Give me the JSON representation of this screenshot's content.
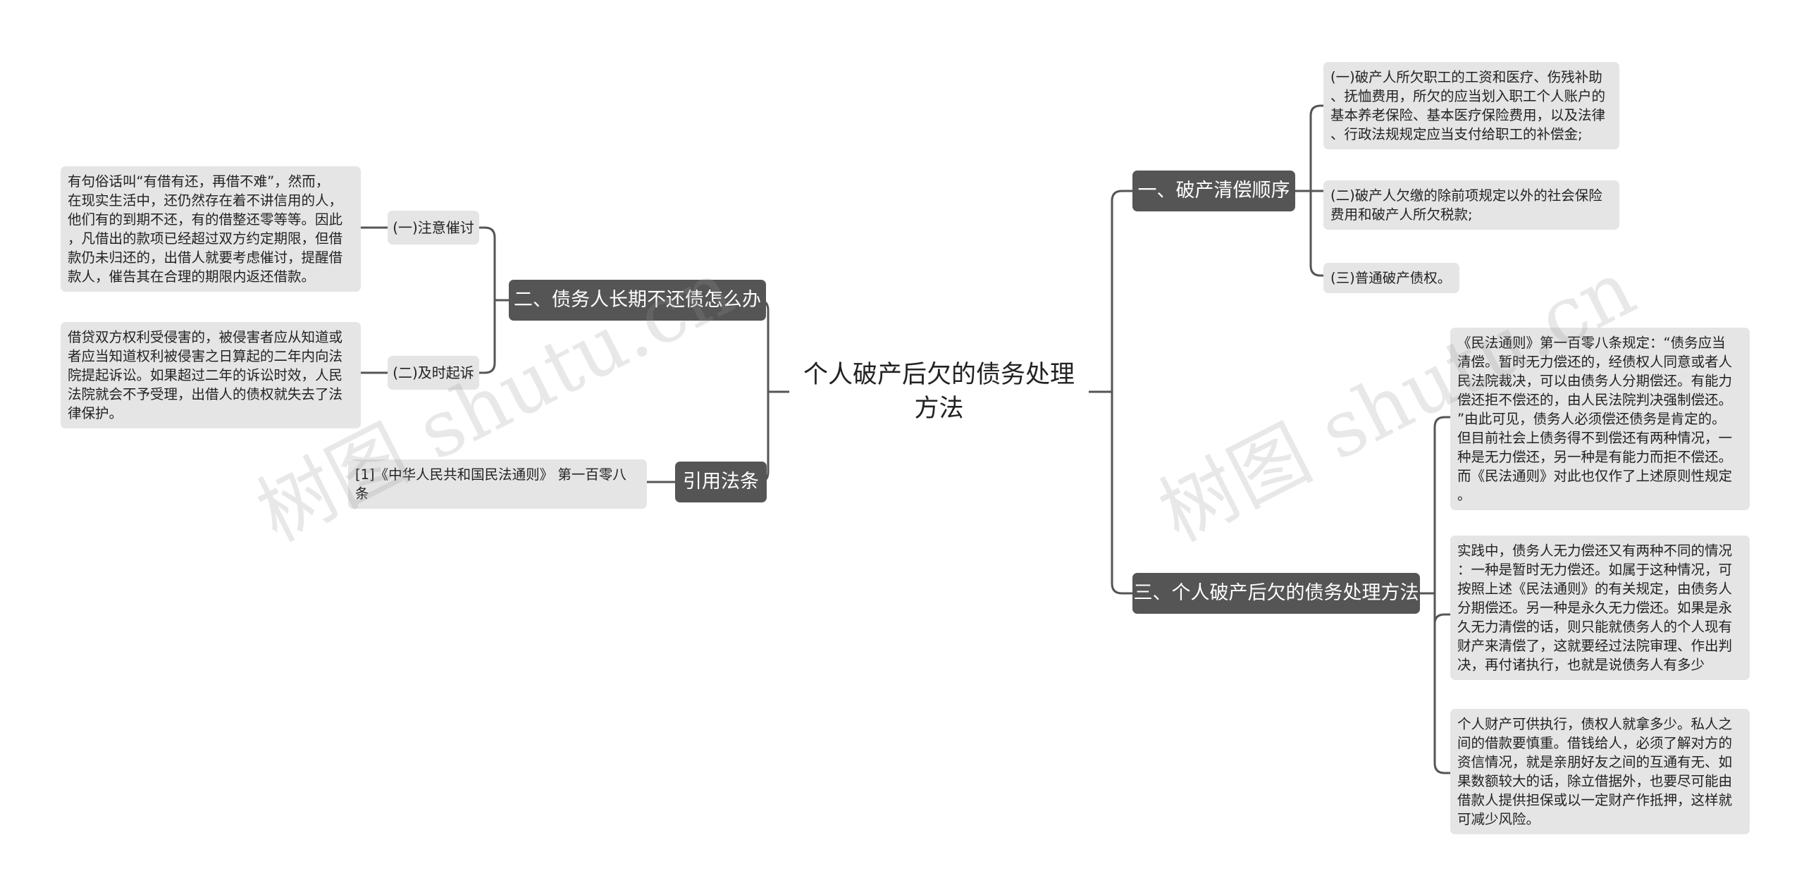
{
  "root": {
    "title": "个人破产后欠的债务处理方法"
  },
  "branches": {
    "debt_order": {
      "label": "一、破产清偿顺序",
      "items": [
        "(一)破产人所欠职工的工资和医疗、伤残补助\n、抚恤费用，所欠的应当划入职工个人账户的\n基本养老保险、基本医疗保险费用，以及法律\n、行政法规规定应当支付给职工的补偿金;",
        "(二)破产人欠缴的除前项规定以外的社会保险\n费用和破产人所欠税款;",
        "(三)普通破产债权。"
      ]
    },
    "long_term": {
      "label": "二、债务人长期不还债怎么办",
      "subs": [
        {
          "label": "(一)注意催讨",
          "text": "有句俗话叫“有借有还，再借不难”，然而，\n在现实生活中，还仍然存在着不讲信用的人，\n他们有的到期不还，有的借整还零等等。因此\n，凡借出的款项已经超过双方约定期限，但借\n款仍未归还的，出借人就要考虑催讨，提醒借\n款人，催告其在合理的期限内返还借款。"
        },
        {
          "label": "(二)及时起诉",
          "text": "借贷双方权利受侵害的，被侵害者应从知道或\n者应当知道权利被侵害之日算起的二年内向法\n院提起诉讼。如果超过二年的诉讼时效，人民\n法院就会不予受理，出借人的债权就失去了法\n律保护。"
        }
      ]
    },
    "citation": {
      "label": "引用法条",
      "text": "[1]《中华人民共和国民法通则》 第一百零八\n条"
    },
    "method": {
      "label": "三、个人破产后欠的债务处理方法",
      "items": [
        "《民法通则》第一百零八条规定：“债务应当\n清偿。暂时无力偿还的，经债权人同意或者人\n民法院裁决，可以由债务人分期偿还。有能力\n偿还拒不偿还的，由人民法院判决强制偿还。\n”由此可见，债务人必须偿还债务是肯定的。\n但目前社会上债务得不到偿还有两种情况，一\n种是无力偿还，另一种是有能力而拒不偿还。\n而《民法通则》对此也仅作了上述原则性规定\n。",
        "实践中，债务人无力偿还又有两种不同的情况\n：一种是暂时无力偿还。如属于这种情况，可\n按照上述《民法通则》的有关规定，由债务人\n分期偿还。另一种是永久无力偿还。如果是永\n久无力清偿的话，则只能就债务人的个人现有\n财产来清偿了，这就要经过法院审理、作出判\n决，再付诸执行，也就是说债务人有多少",
        "个人财产可供执行，债权人就拿多少。私人之\n间的借款要慎重。借钱给人，必须了解对方的\n资信情况，就是亲朋好友之间的互通有无、如\n果数额较大的话，除立借据外，也要尽可能由\n借款人提供担保或以一定财产作抵押，这样就\n可减少风险。"
      ]
    }
  },
  "watermarks": [
    "树图 shutu.cn",
    "树图 shutu.cn"
  ]
}
